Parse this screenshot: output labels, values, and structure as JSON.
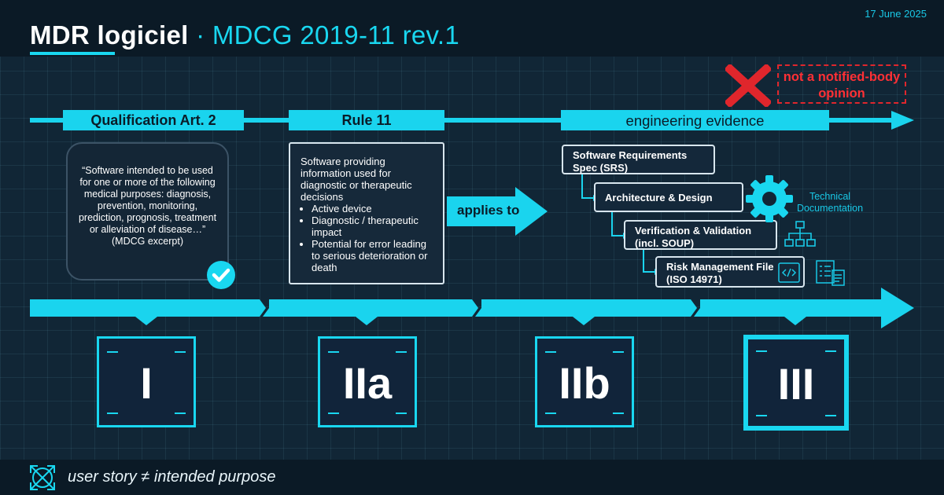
{
  "header": {
    "title_main": "MDR logiciel",
    "title_sub": " · MDCG 2019-11 rev.1",
    "date": "17 June 2025"
  },
  "disclaimer": {
    "text": "not a notified-body opinion"
  },
  "top_bands": {
    "qualification": "Qualification Art. 2",
    "rule": "Rule 11",
    "evidence": "engineering evidence"
  },
  "qualification_quote": {
    "text": "“Software intended to be used for one or more of the following medical purposes: diagnosis, prevention, monitoring, prediction, prognosis, treatment or alleviation of disease…”",
    "source": "(MDCG excerpt)"
  },
  "rule_card": {
    "intro": "Software providing information used for diagnostic or therapeutic decisions",
    "items": [
      "Active device",
      "Diagnostic / therapeutic impact",
      "Potential for error leading to serious deterioration or death"
    ]
  },
  "applies_to": "applies to",
  "evidence_docs": [
    "Software Requirements Spec (SRS)",
    "Architecture & Design",
    "Verification & Validation (incl. SOUP)",
    "Risk Management File (ISO 14971)"
  ],
  "technical_documentation": "Technical Documentation",
  "classes": [
    "I",
    "IIa",
    "IIb",
    "III"
  ],
  "footer": {
    "text": "user story ≠ intended purpose"
  },
  "colors": {
    "accent": "#19d7f0",
    "background": "#112636",
    "warning": "#e0262c",
    "text": "#ffffff"
  },
  "icons": {
    "disclaimer": "red-x-icon",
    "qualification": "checkmark-icon",
    "tech_doc": "gear-icon",
    "footer": "crossed-circle-icon"
  }
}
